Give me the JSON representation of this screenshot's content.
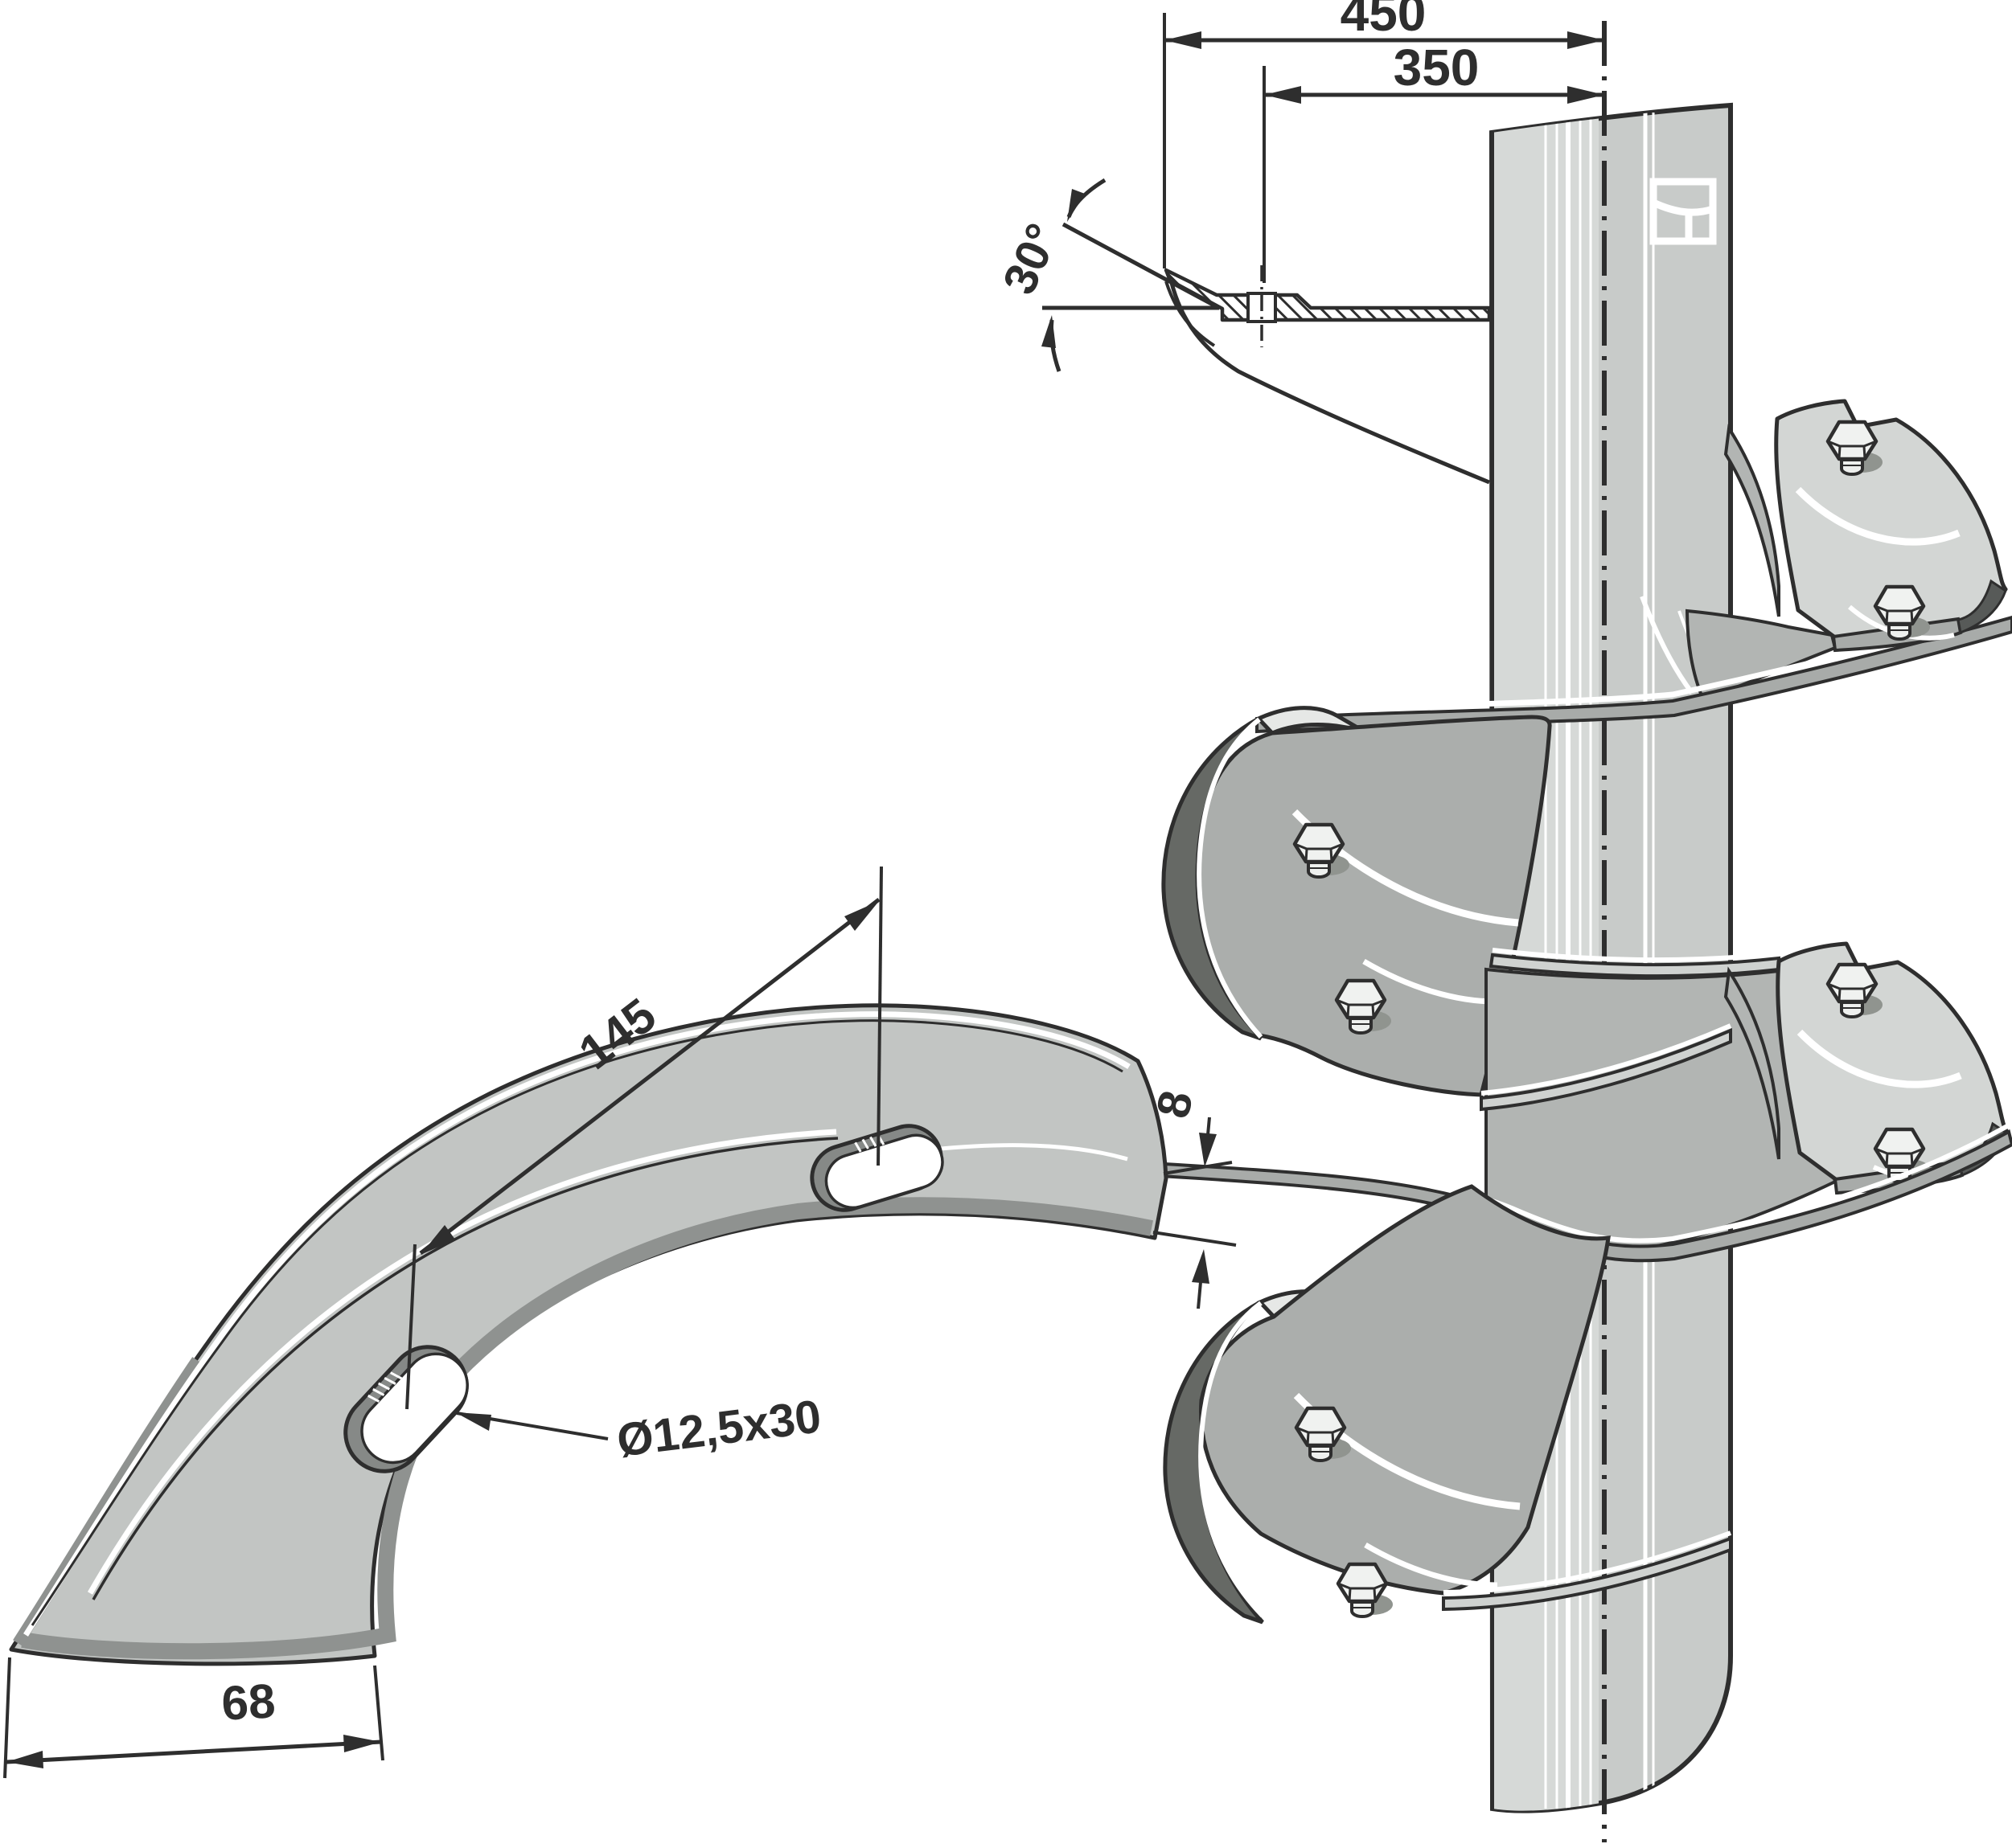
{
  "drawing": {
    "type": "technical-drawing",
    "subject": "spiral auger blade segment and assembled spiral on shaft"
  },
  "dimensions": {
    "span_outer": "450",
    "span_inner": "350",
    "blade_angle": "30°",
    "hole_spacing": "145",
    "slot_size": "Ø12,5x30",
    "sheet_thickness": "8",
    "end_width": "68"
  },
  "icons": [
    {
      "name": "manufacturer-logo",
      "description": "white square logo with curved quadrant and divider on shaft"
    }
  ],
  "colors": {
    "line": "#2e2e2e",
    "shaft": "#c8cbc9",
    "shaft_light": "#d6d9d7",
    "plate": "#d3d6d4",
    "plate_edge_dark": "#575a58",
    "scoop_face": "#abaeac",
    "scoop_back": "#666965",
    "band": "#cfd2d0",
    "band_dark": "#a8aba9",
    "flight_under": "#b2b5b3",
    "blade_face": "#c2c5c3",
    "bevel": "#8f9290",
    "background": "#ffffff"
  }
}
